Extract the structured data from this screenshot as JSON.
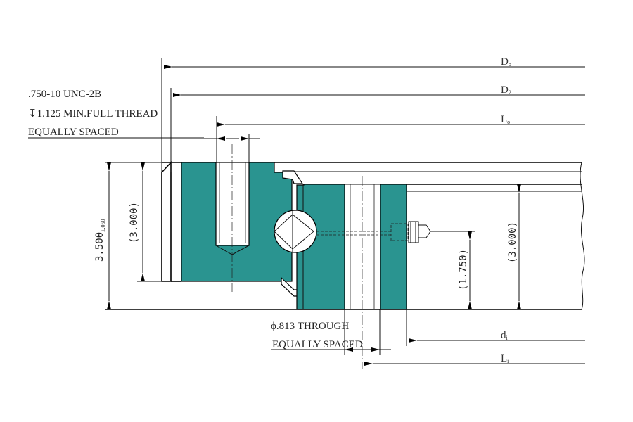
{
  "colors": {
    "ring": "#2a9490",
    "line": "#111111",
    "background": "#ffffff"
  },
  "outer_thread_note": {
    "line1": ".750-10 UNC-2B",
    "line2": "↧1.125 MIN.FULL THREAD",
    "line3": "EQUALLY SPACED"
  },
  "inner_hole_note": {
    "line1": "ϕ.813 THROUGH",
    "line2": "EQUALLY SPACED"
  },
  "dimensions": {
    "total_height": "3.500",
    "total_height_tol": "±.050",
    "outer_ring_height": "(3.000)",
    "inner_ring_height": "(3.000)",
    "inner_offset": "(1.750)"
  },
  "labels": {
    "Do": {
      "main": "D",
      "sub": "o"
    },
    "D2": {
      "main": "D",
      "sub": "2"
    },
    "Lo": {
      "main": "L",
      "sub": "o"
    },
    "di": {
      "main": "d",
      "sub": "i"
    },
    "Li": {
      "main": "L",
      "sub": "i"
    }
  }
}
